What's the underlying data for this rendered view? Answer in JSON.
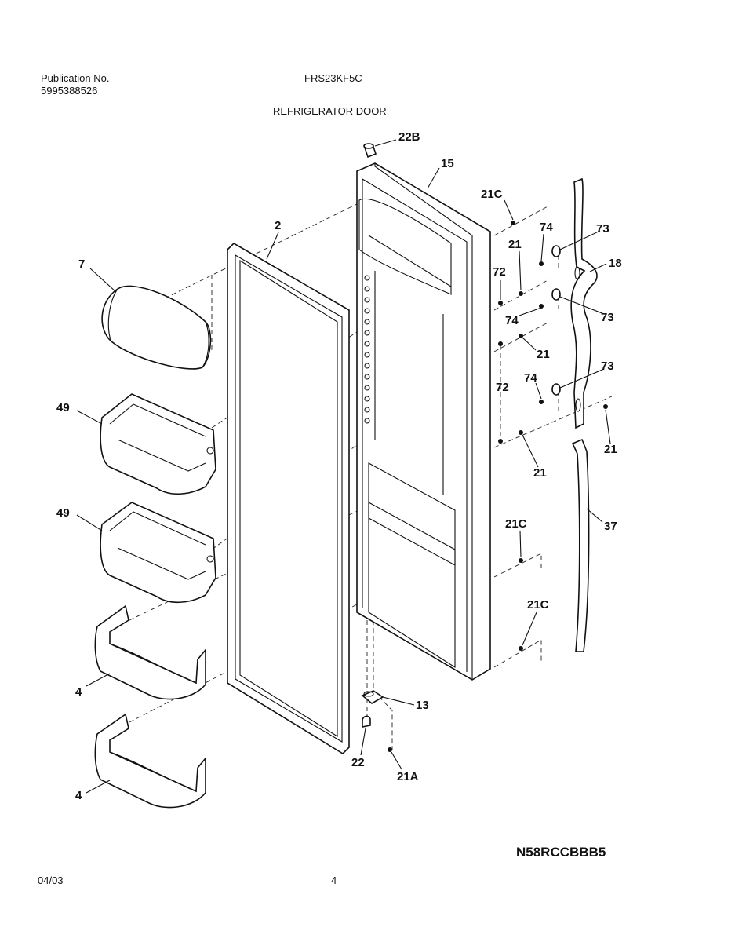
{
  "header": {
    "publication_label": "Publication No.",
    "publication_number": "5995388526",
    "model": "FRS23KF5C",
    "section_title": "REFRIGERATOR DOOR"
  },
  "callouts": {
    "c22B": "22B",
    "c15": "15",
    "c21C_top": "21C",
    "c2": "2",
    "c7": "7",
    "c74_a": "74",
    "c73_a": "73",
    "c21_a": "21",
    "c18": "18",
    "c72_a": "72",
    "c74_b": "74",
    "c73_b": "73",
    "c21_b": "21",
    "c73_c": "73",
    "c72_b": "72",
    "c74_c": "74",
    "c49_a": "49",
    "c21_c": "21",
    "c21_d": "21",
    "c49_b": "49",
    "c21C_mid": "21C",
    "c37": "37",
    "c21C_low": "21C",
    "c4_a": "4",
    "c13": "13",
    "c22": "22",
    "c21A": "21A",
    "c4_b": "4"
  },
  "footer": {
    "date": "04/03",
    "page": "4",
    "reference_code": "N58RCCBBB5"
  }
}
